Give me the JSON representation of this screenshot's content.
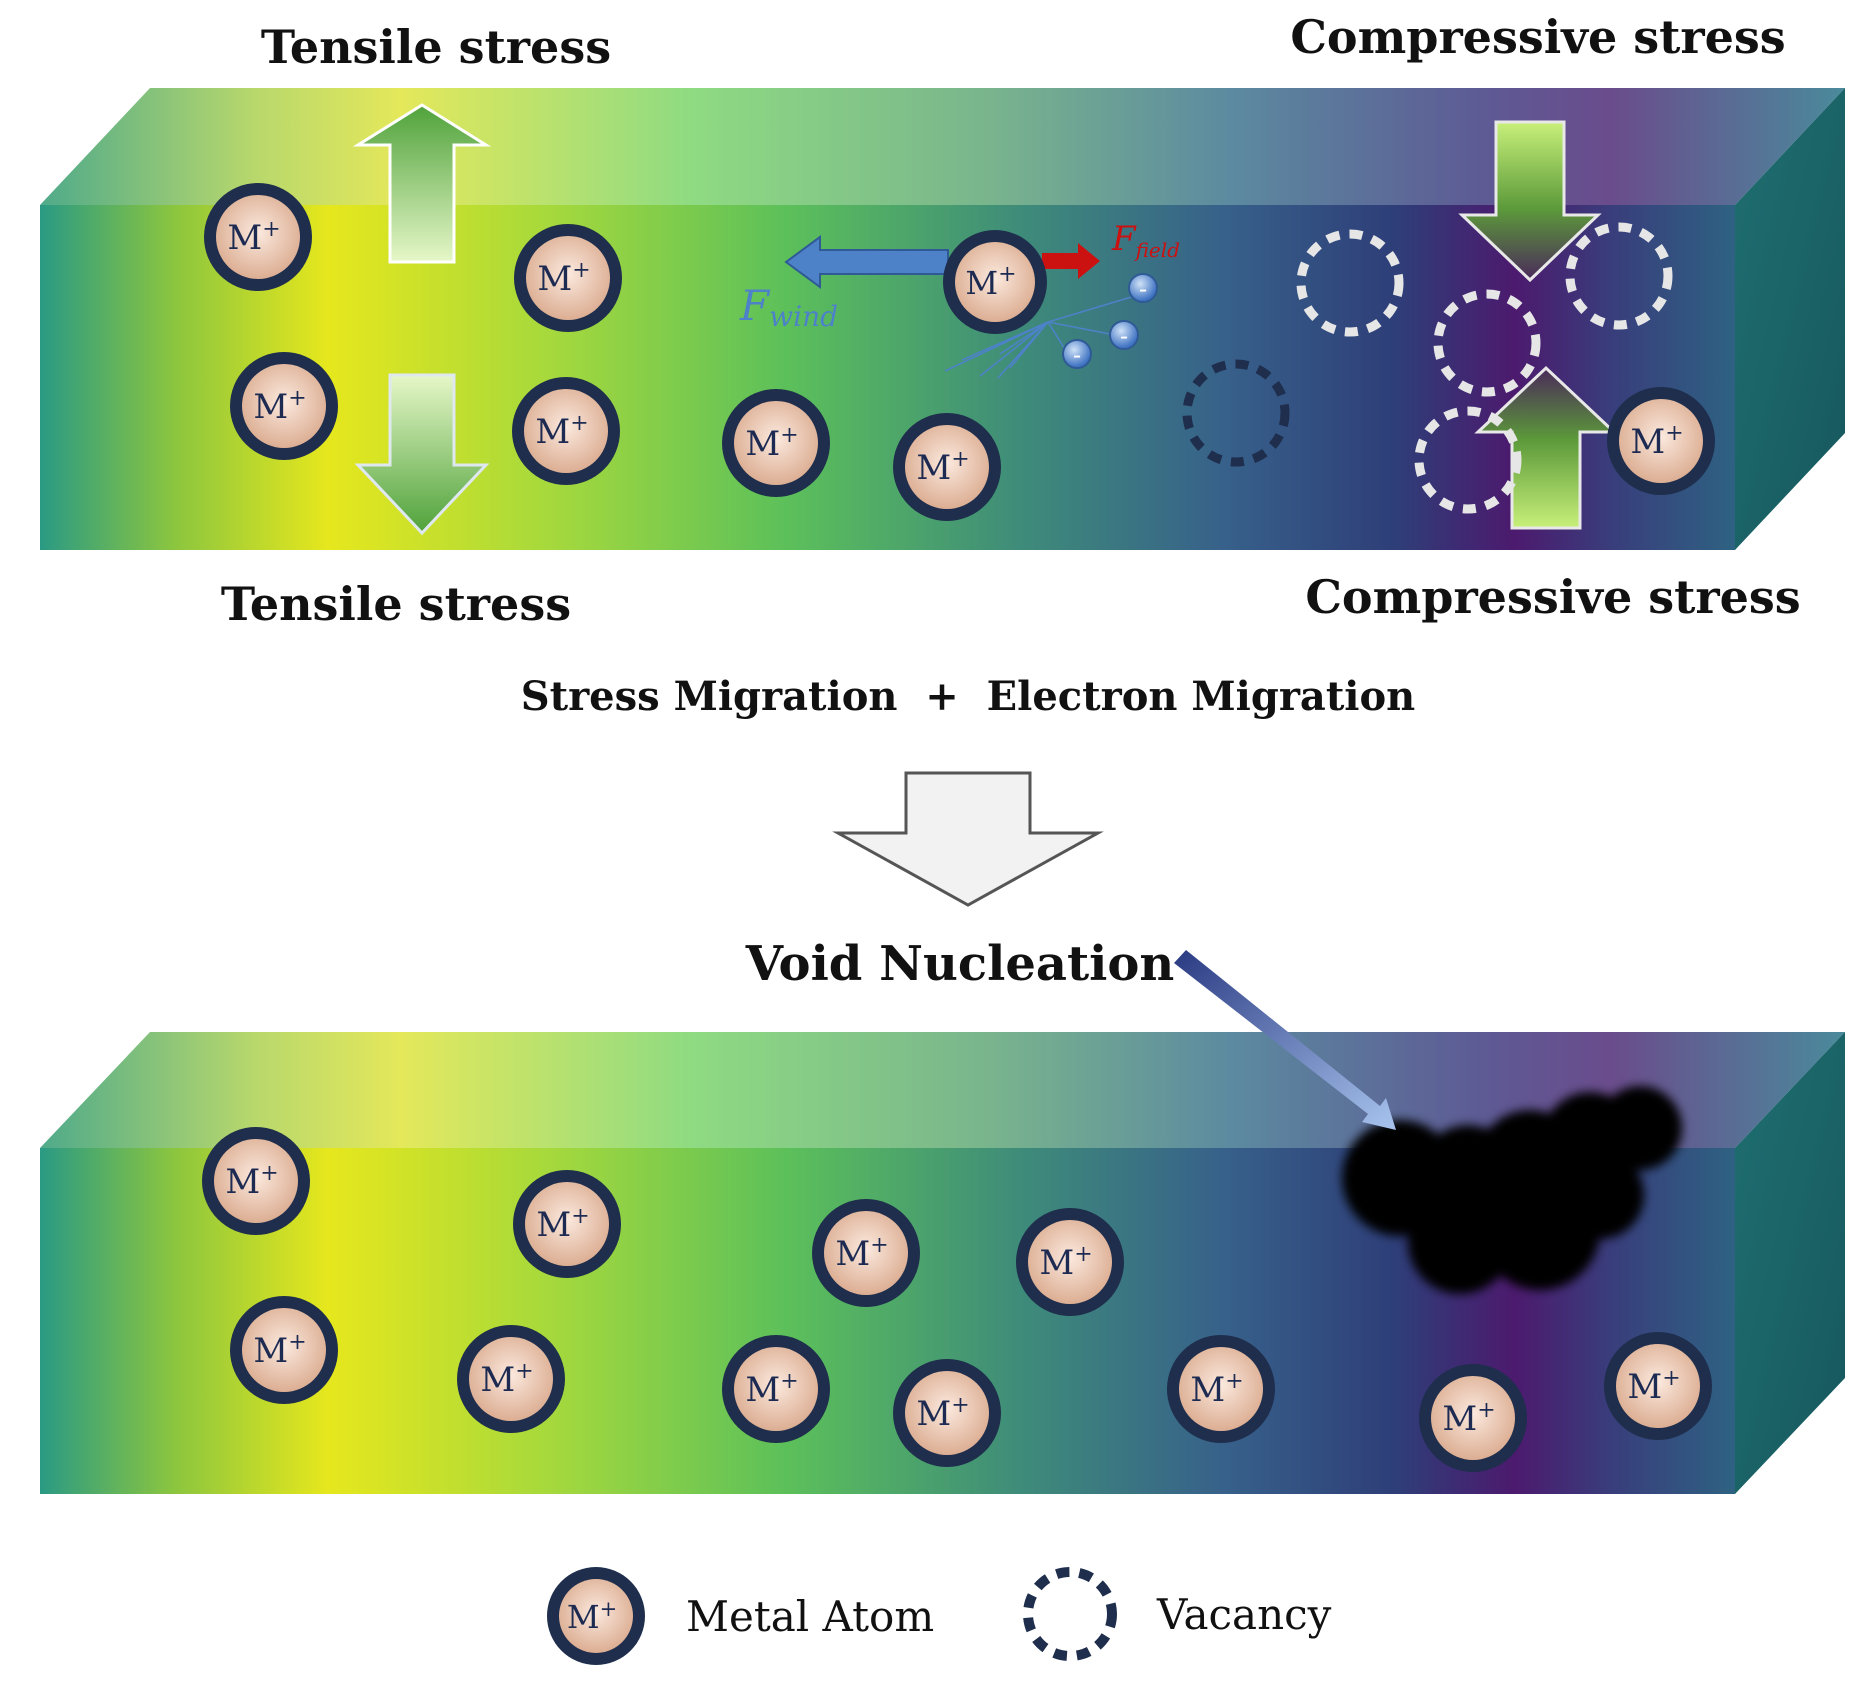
{
  "labels": {
    "tensile_top": "Tensile stress",
    "tensile_bottom": "Tensile stress",
    "compressive_top": "Compressive stress",
    "compressive_bottom": "Compressive stress",
    "process": "Stress Migration  +  Electron Migration",
    "void_nucleation": "Void Nucleation"
  },
  "forces": {
    "wind_main": "F",
    "wind_sub": "wind",
    "field_main": "F",
    "field_sub": "field"
  },
  "atom": {
    "main": "M",
    "sup": "+"
  },
  "electron_sign": "-",
  "legend": {
    "metal_atom": "Metal Atom",
    "vacancy": "Vacancy"
  },
  "colors": {
    "bar_gradient": [
      "#2c9a82",
      "#e2e51e",
      "#9ad63e",
      "#5cc25a",
      "#3f8e7a",
      "#3a5e8a",
      "#2f3f78",
      "#4b1b6e",
      "#2f5f82"
    ],
    "atom_fill": "#e9c5ae",
    "atom_ring": "#1e2e4c",
    "wind_arrow": "#4d82c9",
    "field_arrow": "#cc1111",
    "vacancy_white": "#e8e8e8",
    "vacancy_dark": "#1e2e4c",
    "void": "#000000"
  }
}
